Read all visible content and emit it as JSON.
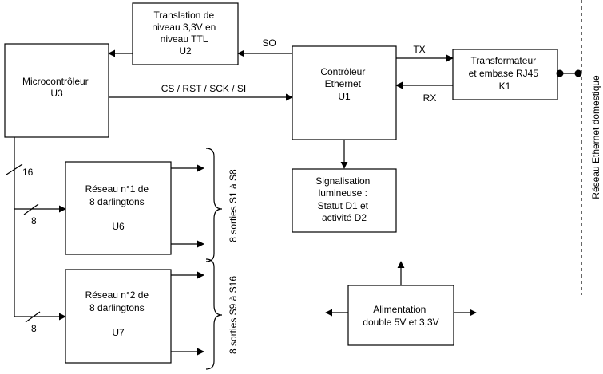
{
  "blocks": {
    "u2": [
      "Translation de",
      "niveau 3,3V en",
      "niveau TTL",
      "U2"
    ],
    "u3": [
      "Microcontrôleur",
      "U3"
    ],
    "u1": [
      "Contrôleur",
      "Ethernet",
      "U1"
    ],
    "k1": [
      "Transformateur",
      "et embase RJ45",
      "K1"
    ],
    "sig": [
      "Signalisation",
      "lumineuse :",
      "Statut D1 et",
      "activité D2"
    ],
    "u6": [
      "Réseau n°1 de",
      "8 darlingtons",
      "U6"
    ],
    "u7": [
      "Réseau n°2 de",
      "8 darlingtons",
      "U7"
    ],
    "alim": [
      "Alimentation",
      "double 5V et 3,3V"
    ]
  },
  "signals": {
    "so": "SO",
    "bus": "CS / RST / SCK / SI",
    "tx": "TX",
    "rx": "RX",
    "bus16": "16",
    "bus8_a": "8",
    "bus8_b": "8"
  },
  "side_labels": {
    "outputs_1": "8 sorties S1 à S8",
    "outputs_2": "8 sorties S9 à S16",
    "network": "Réseau Ethernet domestique"
  }
}
